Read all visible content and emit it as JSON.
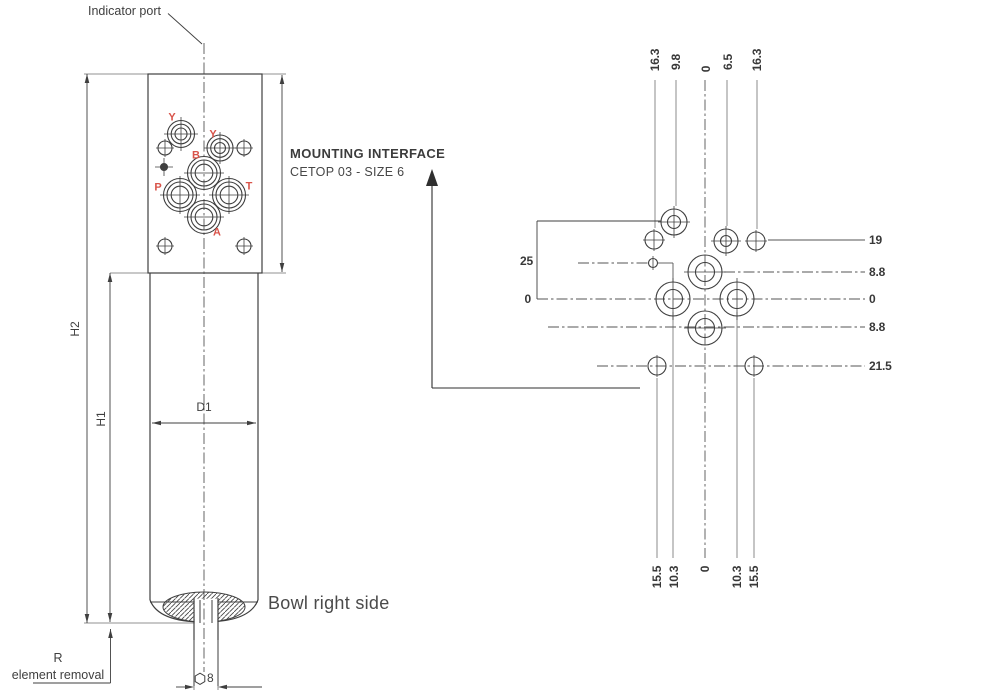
{
  "left_view": {
    "indicator_port": "Indicator port",
    "dims": {
      "h2": "H2",
      "h1": "H1",
      "d1": "D1",
      "stud": "8"
    },
    "ports": {
      "y1": "Y",
      "y2": "Y",
      "b": "B",
      "p": "P",
      "t": "T",
      "a": "A"
    },
    "bowl_caption": "Bowl right side",
    "removal": {
      "line1": "R",
      "line2": "element removal"
    }
  },
  "mounting_interface": {
    "title": "MOUNTING INTERFACE",
    "subtitle": "CETOP 03  - SIZE 6",
    "top_dims": [
      "16.3",
      "9.8",
      "0",
      "6.5",
      "16.3"
    ],
    "bottom_dims": [
      "15.5",
      "10.3",
      "0",
      "10.3",
      "15.5"
    ],
    "right_dims": [
      "19",
      "8.8",
      "0",
      "8.8",
      "21.5"
    ],
    "left_dims": [
      "25",
      "0"
    ]
  },
  "colors": {
    "port_label": "#d9544a",
    "line": "#3f3f3f",
    "text": "#4a4a4a"
  }
}
